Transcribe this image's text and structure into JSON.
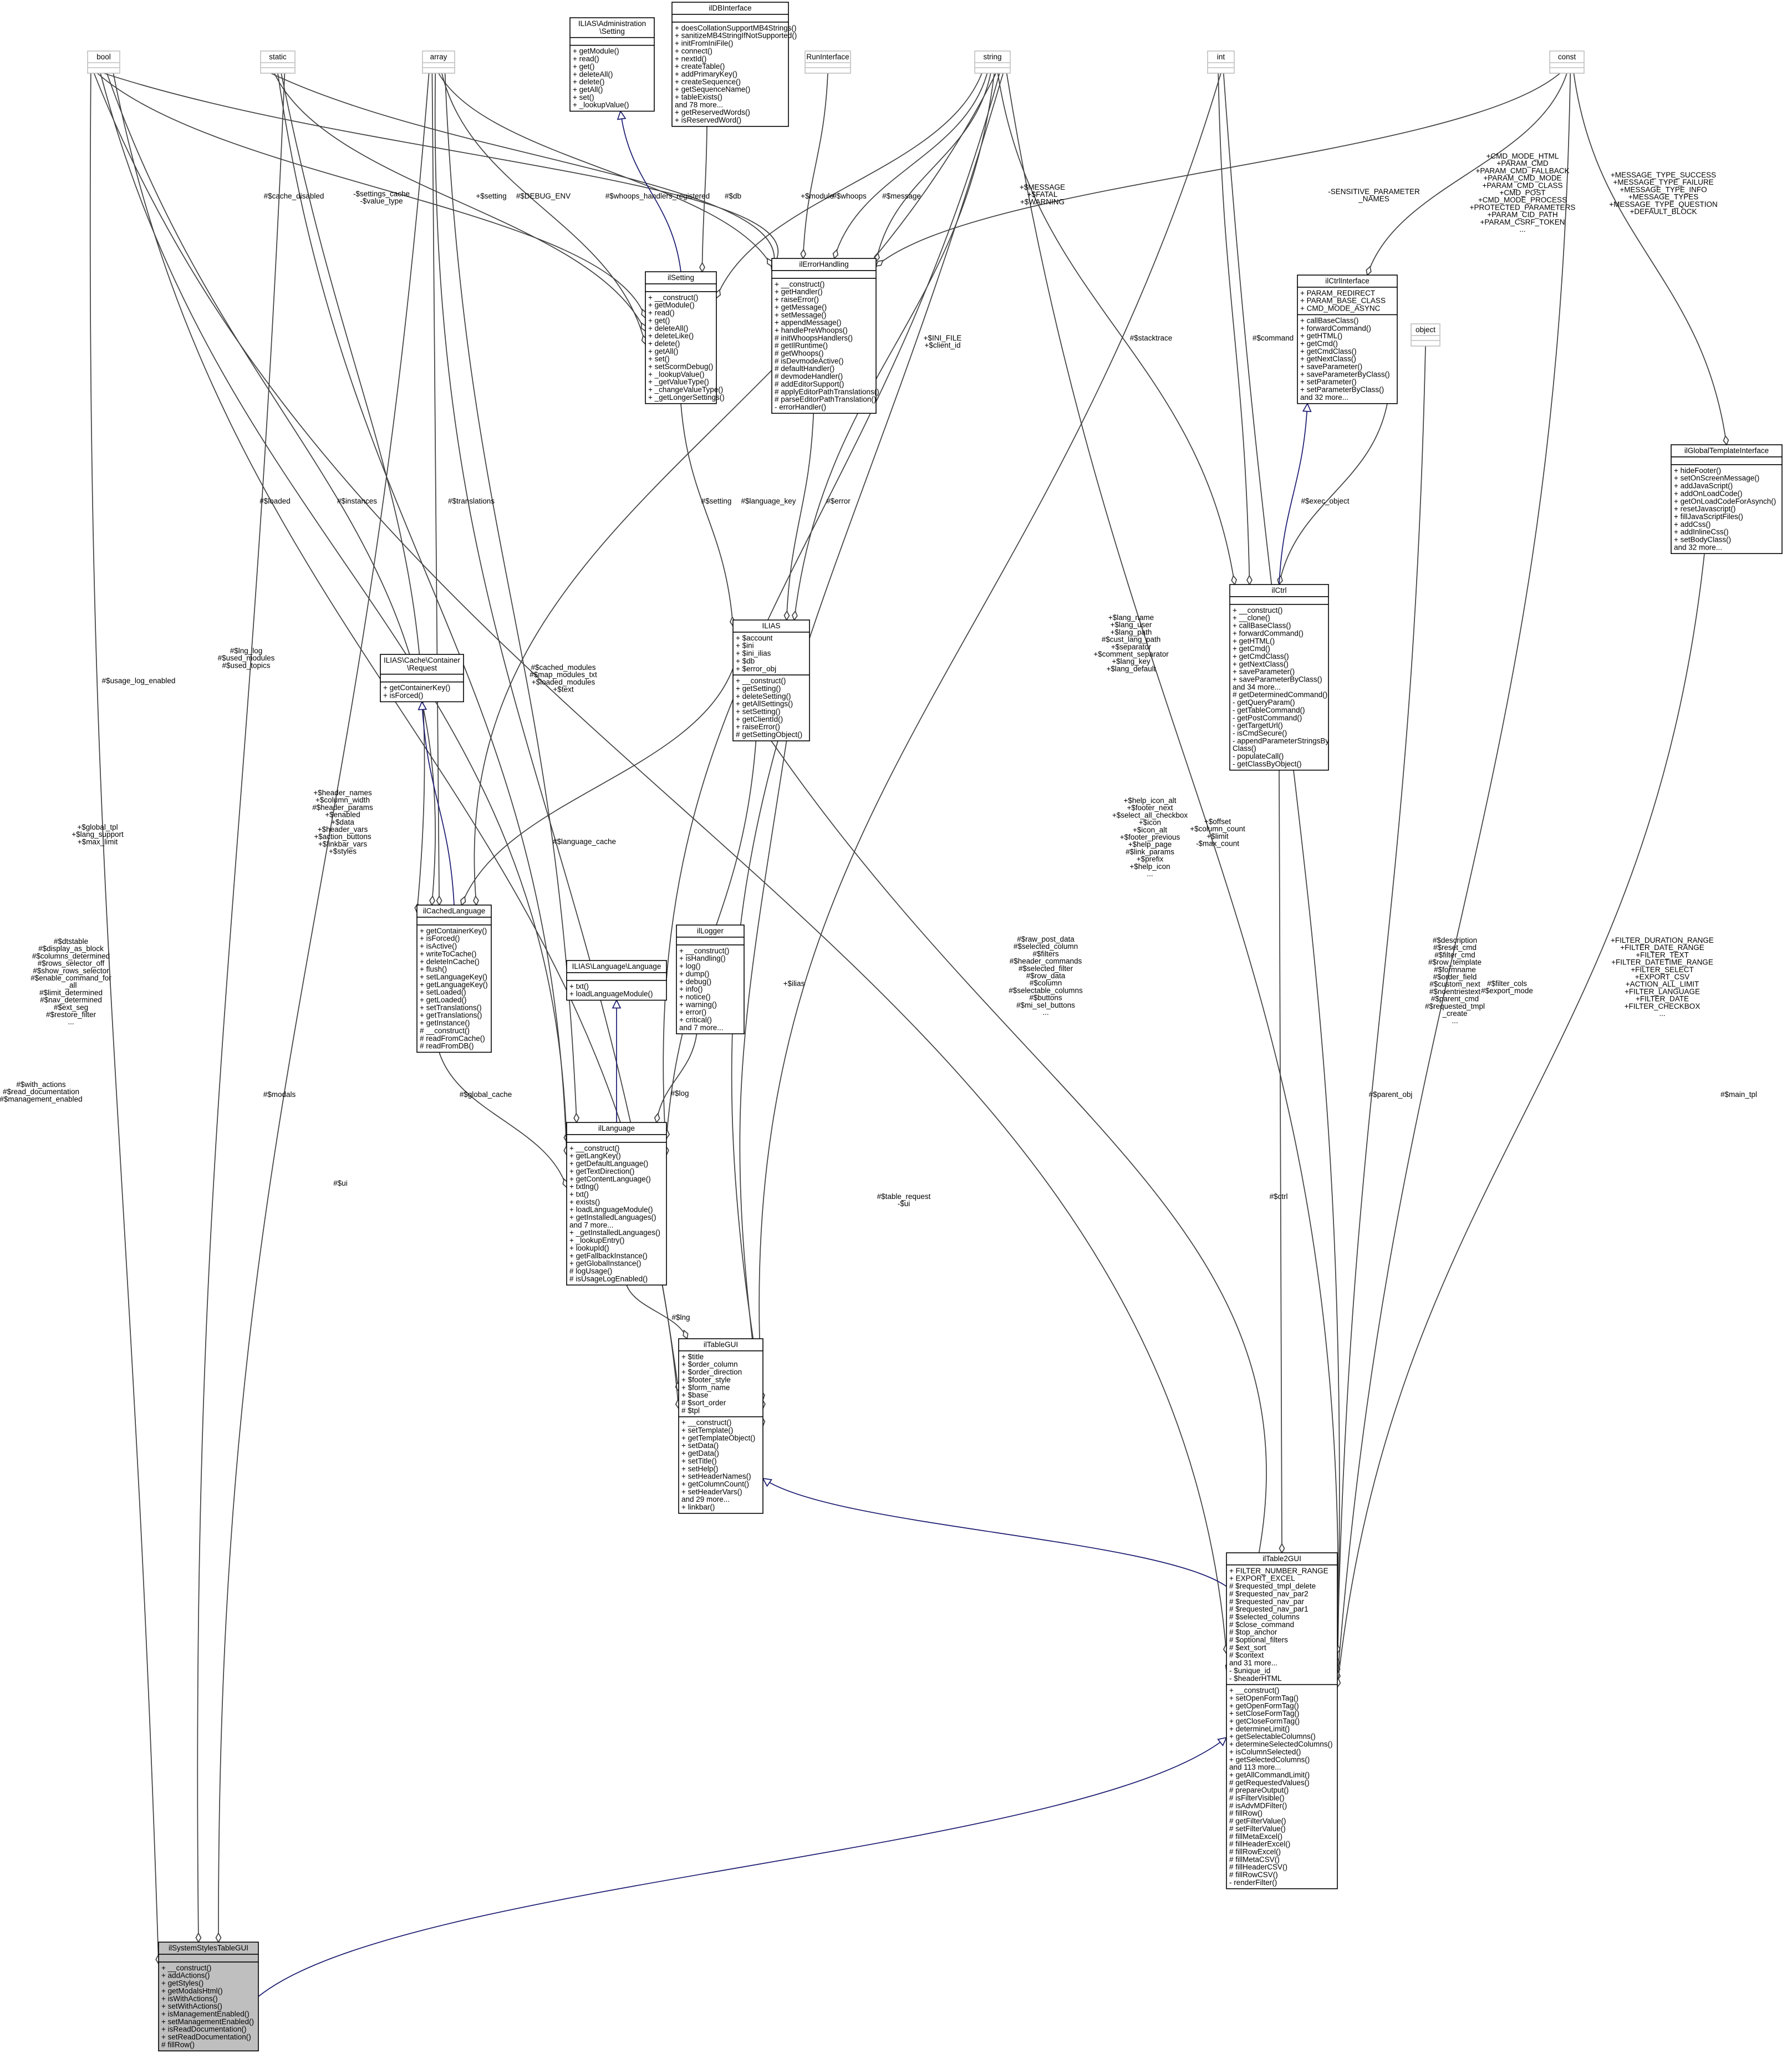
{
  "classes": [
    {
      "id": "bool",
      "title": [
        "bool"
      ],
      "ghost": true
    },
    {
      "id": "static",
      "title": [
        "static"
      ],
      "ghost": true
    },
    {
      "id": "array",
      "title": [
        "array"
      ],
      "ghost": true
    },
    {
      "id": "string",
      "title": [
        "string"
      ],
      "ghost": true
    },
    {
      "id": "int",
      "title": [
        "int"
      ],
      "ghost": true
    },
    {
      "id": "const",
      "title": [
        "const"
      ],
      "ghost": true
    },
    {
      "id": "object",
      "title": [
        "object"
      ],
      "ghost": true
    },
    {
      "id": "runinterface",
      "title": [
        "RunInterface"
      ],
      "ghost": true
    },
    {
      "id": "ilias_setting",
      "title": [
        "ILIAS\\Administration",
        "\\Setting"
      ],
      "members": [],
      "methods": [
        "+ getModule()",
        "+ read()",
        "+ get()",
        "+ deleteAll()",
        "+ delete()",
        "+ getAll()",
        "+ set()",
        "+ _lookupValue()"
      ]
    },
    {
      "id": "ildbinterface",
      "title": [
        "ilDBInterface"
      ],
      "members": [],
      "methods": [
        "+ doesCollationSupportMB4Strings()",
        "+ sanitizeMB4StringIfNotSupported()",
        "+ initFromIniFile()",
        "+ connect()",
        "+ nextId()",
        "+ createTable()",
        "+ addPrimaryKey()",
        "+ createSequence()",
        "+ getSequenceName()",
        "+ tableExists()",
        "and 78 more...",
        "+ getReservedWords()",
        "+ isReservedWord()"
      ]
    },
    {
      "id": "ilsetting",
      "title": [
        "ilSetting"
      ],
      "members": [],
      "methods": [
        "+ __construct()",
        "+ getModule()",
        "+ read()",
        "+ get()",
        "+ deleteAll()",
        "+ deleteLike()",
        "+ delete()",
        "+ getAll()",
        "+ set()",
        "+ setScormDebug()",
        "+ _lookupValue()",
        "+ _getValueType()",
        "+ _changeValueType()",
        "+ _getLongerSettings()"
      ]
    },
    {
      "id": "ilerrorhandling",
      "title": [
        "ilErrorHandling"
      ],
      "members": [],
      "methods": [
        "+ __construct()",
        "+ getHandler()",
        "+ raiseError()",
        "+ getMessage()",
        "+ setMessage()",
        "+ appendMessage()",
        "+ handlePreWhoops()",
        "# initWhoopsHandlers()",
        "# getIlRuntime()",
        "# getWhoops()",
        "# isDevmodeActive()",
        "# defaultHandler()",
        "# devmodeHandler()",
        "# addEditorSupport()",
        "# applyEditorPathTranslations()",
        "# parseEditorPathTranslation()",
        "- errorHandler()"
      ]
    },
    {
      "id": "ilctrlinterface",
      "title": [
        "ilCtrlInterface"
      ],
      "members": [
        "+ PARAM_REDIRECT",
        "+ PARAM_BASE_CLASS",
        "+ CMD_MODE_ASYNC"
      ],
      "methods": [
        "+ callBaseClass()",
        "+ forwardCommand()",
        "+ getHTML()",
        "+ getCmd()",
        "+ getCmdClass()",
        "+ getNextClass()",
        "+ saveParameter()",
        "+ saveParameterByClass()",
        "+ setParameter()",
        "+ setParameterByClass()",
        "and 32 more..."
      ]
    },
    {
      "id": "ilglobaltemplateinterface",
      "title": [
        "ilGlobalTemplateInterface"
      ],
      "members": [],
      "methods": [
        "+ hideFooter()",
        "+ setOnScreenMessage()",
        "+ addJavaScript()",
        "+ addOnLoadCode()",
        "+ getOnLoadCodeForAsynch()",
        "+ resetJavascript()",
        "+ fillJavaScriptFiles()",
        "+ addCss()",
        "+ addInlineCss()",
        "+ setBodyClass()",
        "and 32 more..."
      ]
    },
    {
      "id": "ilias",
      "title": [
        "ILIAS"
      ],
      "members": [
        "+ $account",
        "+ $ini",
        "+ $ini_ilias",
        "+ $db",
        "+ $error_obj"
      ],
      "methods": [
        "+ __construct()",
        "+ getSetting()",
        "+ deleteSetting()",
        "+ getAllSettings()",
        "+ setSetting()",
        "+ getClientId()",
        "+ raiseError()",
        "# getSettingObject()"
      ]
    },
    {
      "id": "ilctrl",
      "title": [
        "ilCtrl"
      ],
      "members": [],
      "methods": [
        "+ __construct()",
        "+ __clone()",
        "+ callBaseClass()",
        "+ forwardCommand()",
        "+ getHTML()",
        "+ getCmd()",
        "+ getCmdClass()",
        "+ getNextClass()",
        "+ saveParameter()",
        "+ saveParameterByClass()",
        "and 34 more...",
        "# getDeterminedCommand()",
        "- getQueryParam()",
        "- getTableCommand()",
        "- getPostCommand()",
        "- getTargetUrl()",
        "- isCmdSecure()",
        "- appendParameterStringsBy",
        "Class()",
        "- populateCall()",
        "- getClassByObject()"
      ]
    },
    {
      "id": "cacherequest",
      "title": [
        "ILIAS\\Cache\\Container",
        "\\Request"
      ],
      "members": [],
      "methods": [
        "+ getContainerKey()",
        "+ isForced()"
      ]
    },
    {
      "id": "ilcachedlanguage",
      "title": [
        "ilCachedLanguage"
      ],
      "members": [],
      "methods": [
        "+ getContainerKey()",
        "+ isForced()",
        "+ isActive()",
        "+ writeToCache()",
        "+ deleteInCache()",
        "+ flush()",
        "+ setLanguageKey()",
        "+ getLanguageKey()",
        "+ setLoaded()",
        "+ getLoaded()",
        "+ setTranslations()",
        "+ getTranslations()",
        "+ getInstance()",
        "# __construct()",
        "# readFromCache()",
        "# readFromDB()"
      ]
    },
    {
      "id": "languagelanguage",
      "title": [
        "ILIAS\\Language\\Language"
      ],
      "members": [],
      "methods": [
        "+ txt()",
        "+ loadLanguageModule()"
      ]
    },
    {
      "id": "illogger",
      "title": [
        "ilLogger"
      ],
      "members": [],
      "methods": [
        "+ __construct()",
        "+ isHandling()",
        "+ log()",
        "+ dump()",
        "+ debug()",
        "+ info()",
        "+ notice()",
        "+ warning()",
        "+ error()",
        "+ critical()",
        "and 7 more..."
      ]
    },
    {
      "id": "illanguage",
      "title": [
        "ilLanguage"
      ],
      "members": [],
      "methods": [
        "+ __construct()",
        "+ getLangKey()",
        "+ getDefaultLanguage()",
        "+ getTextDirection()",
        "+ getContentLanguage()",
        "+ txtlng()",
        "+ txt()",
        "+ exists()",
        "+ loadLanguageModule()",
        "+ getInstalledLanguages()",
        "and 7 more...",
        "+ _getInstalledLanguages()",
        "+ _lookupEntry()",
        "+ lookupId()",
        "+ getFallbackInstance()",
        "+ getGlobalInstance()",
        "# logUsage()",
        "# isUsageLogEnabled()"
      ]
    },
    {
      "id": "iltablegui",
      "title": [
        "ilTableGUI"
      ],
      "members": [
        "+ $title",
        "+ $order_column",
        "+ $order_direction",
        "+ $footer_style",
        "+ $form_name",
        "+ $base",
        "# $sort_order",
        "# $tpl"
      ],
      "methods": [
        "+ __construct()",
        "+ setTemplate()",
        "+ getTemplateObject()",
        "+ setData()",
        "+ getData()",
        "+ setTitle()",
        "+ setHelp()",
        "+ setHeaderNames()",
        "+ getColumnCount()",
        "+ setHeaderVars()",
        "and 29 more...",
        "+ linkbar()"
      ]
    },
    {
      "id": "iltable2gui",
      "title": [
        "ilTable2GUI"
      ],
      "members": [
        "+ FILTER_NUMBER_RANGE",
        "+ EXPORT_EXCEL",
        "# $requested_tmpl_delete",
        "# $requested_nav_par2",
        "# $requested_nav_par",
        "# $requested_nav_par1",
        "# $selected_columns",
        "# $close_command",
        "# $top_anchor",
        "# $optional_filters",
        "# $ext_sort",
        "# $context",
        "and 31 more...",
        "- $unique_id",
        "- $headerHTML"
      ],
      "methods": [
        "+ __construct()",
        "+ setOpenFormTag()",
        "+ getOpenFormTag()",
        "+ setCloseFormTag()",
        "+ getCloseFormTag()",
        "+ determineLimit()",
        "+ getSelectableColumns()",
        "+ determineSelectedColumns()",
        "+ isColumnSelected()",
        "+ getSelectedColumns()",
        "and 113 more...",
        "+ getAllCommandLimit()",
        "# getRequestedValues()",
        "# prepareOutput()",
        "# isFilterVisible()",
        "# isAdvMDFilter()",
        "# fillRow()",
        "# getFilterValue()",
        "# setFilterValue()",
        "# fillMetaExcel()",
        "# fillHeaderExcel()",
        "# fillRowExcel()",
        "# fillMetaCSV()",
        "# fillHeaderCSV()",
        "# fillRowCSV()",
        "- renderFilter()"
      ]
    },
    {
      "id": "ilsystemstylestablegui",
      "title": [
        "ilSystemStylesTableGUI"
      ],
      "highlight": true,
      "members": [],
      "methods": [
        "+ __construct()",
        "+ addActions()",
        "+ getStyles()",
        "+ getModalsHtml()",
        "+ isWithActions()",
        "+ setWithActions()",
        "+ isManagementEnabled()",
        "+ setManagementEnabled()",
        "+ isReadDocumentation()",
        "+ setReadDocumentation()",
        "# fillRow()"
      ]
    }
  ],
  "edge_labels": [
    {
      "id": "l_cache_disabled",
      "lines": [
        "#$cache_disabled"
      ]
    },
    {
      "id": "l_settings_cache",
      "lines": [
        "-$settings_cache",
        "-$value_type"
      ]
    },
    {
      "id": "l_setting_plus",
      "lines": [
        "+$setting"
      ]
    },
    {
      "id": "l_debug_env",
      "lines": [
        "#$DEBUG_ENV"
      ]
    },
    {
      "id": "l_whoops_reg",
      "lines": [
        "#$whoops_handlers_registered"
      ]
    },
    {
      "id": "l_db",
      "lines": [
        "#$db"
      ]
    },
    {
      "id": "l_module",
      "lines": [
        "+$module"
      ]
    },
    {
      "id": "l_whoops",
      "lines": [
        "#$whoops"
      ]
    },
    {
      "id": "l_message",
      "lines": [
        "#$message"
      ]
    },
    {
      "id": "l_msg_consts",
      "lines": [
        "+$MESSAGE",
        "+$FATAL",
        "+$WARNING"
      ]
    },
    {
      "id": "l_sensitive",
      "lines": [
        "-SENSITIVE_PARAMETER",
        "_NAMES"
      ]
    },
    {
      "id": "l_cmd_consts",
      "lines": [
        "+CMD_MODE_HTML",
        "+PARAM_CMD",
        "+PARAM_CMD_FALLBACK",
        "+PARAM_CMD_MODE",
        "+PARAM_CMD_CLASS",
        "+CMD_POST",
        "+CMD_MODE_PROCESS",
        "+PROTECTED_PARAMETERS",
        "+PARAM_CID_PATH",
        "+PARAM_CSRF_TOKEN",
        "..."
      ]
    },
    {
      "id": "l_msg_types",
      "lines": [
        "+MESSAGE_TYPE_SUCCESS",
        "+MESSAGE_TYPE_FAILURE",
        "+MESSAGE_TYPE_INFO",
        "+MESSAGE_TYPES",
        "+MESSAGE_TYPE_QUESTION",
        "+DEFAULT_BLOCK"
      ]
    },
    {
      "id": "l_ini_file",
      "lines": [
        "+$INI_FILE",
        "+$client_id"
      ]
    },
    {
      "id": "l_stacktrace",
      "lines": [
        "#$stacktrace"
      ]
    },
    {
      "id": "l_command",
      "lines": [
        "#$command"
      ]
    },
    {
      "id": "l_exec_object",
      "lines": [
        "#$exec_object"
      ]
    },
    {
      "id": "l_loaded",
      "lines": [
        "#$loaded"
      ]
    },
    {
      "id": "l_instances",
      "lines": [
        "#$instances"
      ]
    },
    {
      "id": "l_translations",
      "lines": [
        "#$translations"
      ]
    },
    {
      "id": "l_setting_hash",
      "lines": [
        "#$setting"
      ]
    },
    {
      "id": "l_language_key",
      "lines": [
        "#$language_key"
      ]
    },
    {
      "id": "l_error",
      "lines": [
        "#$error"
      ]
    },
    {
      "id": "l_lang_name",
      "lines": [
        "+$lang_name",
        "+$lang_user",
        "+$lang_path",
        "#$cust_lang_path",
        "+$separator",
        "+$comment_separator",
        "+$lang_key",
        "+$lang_default"
      ]
    },
    {
      "id": "l_cached_modules",
      "lines": [
        "#$cached_modules",
        "#$map_modules_txt",
        "+$loaded_modules",
        "+$text"
      ]
    },
    {
      "id": "l_lng_log",
      "lines": [
        "#$lng_log",
        "#$used_modules",
        "#$used_topics"
      ]
    },
    {
      "id": "l_usage_log",
      "lines": [
        "#$usage_log_enabled"
      ]
    },
    {
      "id": "l_header_names",
      "lines": [
        "+$header_names",
        "+$column_width",
        "#$header_params",
        "+$enabled",
        "+$data",
        "+$header_vars",
        "+$action_buttons",
        "+$linkbar_vars",
        "+$styles"
      ]
    },
    {
      "id": "l_language_cache",
      "lines": [
        "#$language_cache"
      ]
    },
    {
      "id": "l_help_icon",
      "lines": [
        "+$help_icon_alt",
        "+$footer_next",
        "+$select_all_checkbox",
        "+$icon",
        "+$icon_alt",
        "+$footer_previous",
        "+$help_page",
        "#$link_params",
        "+$prefix",
        "+$help_icon",
        "..."
      ]
    },
    {
      "id": "l_offset",
      "lines": [
        "+$offset",
        "+$column_count",
        "+$limit",
        "-$max_count"
      ]
    },
    {
      "id": "l_global_tpl",
      "lines": [
        "+$global_tpl",
        "+$lang_support",
        "+$max_limit"
      ]
    },
    {
      "id": "l_ilias",
      "lines": [
        "+$ilias"
      ]
    },
    {
      "id": "l_raw_post",
      "lines": [
        "#$raw_post_data",
        "#$selected_column",
        "#$filters",
        "#$header_commands",
        "#$selected_filter",
        "#$row_data",
        "#$column",
        "#$selectable_columns",
        "#$buttons",
        "#$mi_sel_buttons",
        "..."
      ]
    },
    {
      "id": "l_description",
      "lines": [
        "#$description",
        "#$reset_cmd",
        "#$filter_cmd",
        "#$row_template",
        "#$formname",
        "#$order_field",
        "#$custom_next",
        "#$noentriestext",
        "#$parent_cmd",
        "#$requested_tmpl",
        "_create",
        "..."
      ]
    },
    {
      "id": "l_filter_cols",
      "lines": [
        "#$filter_cols",
        "#$export_mode"
      ]
    },
    {
      "id": "l_filter_consts",
      "lines": [
        "+FILTER_DURATION_RANGE",
        "+FILTER_DATE_RANGE",
        "+FILTER_TEXT",
        "+FILTER_DATETIME_RANGE",
        "+FILTER_SELECT",
        "+EXPORT_CSV",
        "+ACTION_ALL_LIMIT",
        "+FILTER_LANGUAGE",
        "+FILTER_DATE",
        "+FILTER_CHECKBOX",
        "..."
      ]
    },
    {
      "id": "l_dtstable",
      "lines": [
        "#$dtstable",
        "#$display_as_block",
        "#$columns_determined",
        "#$rows_selector_off",
        "#$show_rows_selector",
        "#$enable_command_for",
        "_all",
        "#$limit_determined",
        "#$nav_determined",
        "#$ext_seg",
        "#$restore_filter",
        "..."
      ]
    },
    {
      "id": "l_log",
      "lines": [
        "#$log"
      ]
    },
    {
      "id": "l_global_cache",
      "lines": [
        "#$global_cache"
      ]
    },
    {
      "id": "l_modals",
      "lines": [
        "#$modals"
      ]
    },
    {
      "id": "l_with_actions",
      "lines": [
        "#$with_actions",
        "#$read_documentation",
        "#$management_enabled"
      ]
    },
    {
      "id": "l_ui",
      "lines": [
        "#$ui"
      ]
    },
    {
      "id": "l_table_request",
      "lines": [
        "#$table_request",
        "-$ui"
      ]
    },
    {
      "id": "l_lng",
      "lines": [
        "#$lng"
      ]
    },
    {
      "id": "l_parent_obj",
      "lines": [
        "#$parent_obj"
      ]
    },
    {
      "id": "l_ctrl",
      "lines": [
        "#$ctrl"
      ]
    },
    {
      "id": "l_main_tpl",
      "lines": [
        "#$main_tpl"
      ]
    }
  ]
}
